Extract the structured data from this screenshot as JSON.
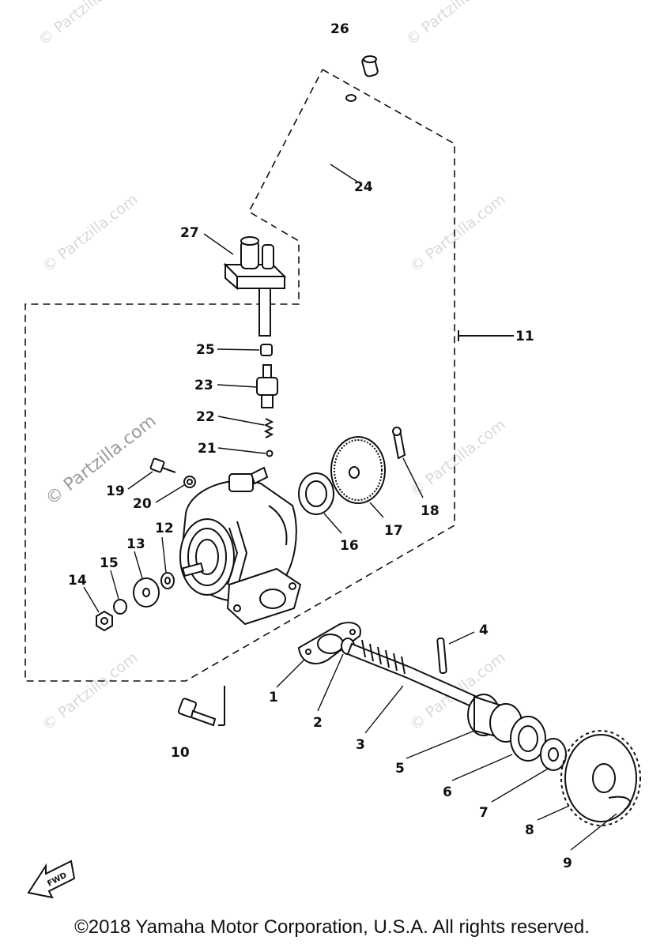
{
  "watermark": {
    "text": "© Partzilla.com",
    "featured_text": "© Partzilla.com"
  },
  "callouts": {
    "n1": "1",
    "n2": "2",
    "n3": "3",
    "n4": "4",
    "n5": "5",
    "n6": "6",
    "n7": "7",
    "n8": "8",
    "n9": "9",
    "n10": "10",
    "n11": "11",
    "n12": "12",
    "n13": "13",
    "n14": "14",
    "n15": "15",
    "n16": "16",
    "n17": "17",
    "n18": "18",
    "n19": "19",
    "n20": "20",
    "n21": "21",
    "n22": "22",
    "n23": "23",
    "n24": "24",
    "n25": "25",
    "n26": "26",
    "n27": "27"
  },
  "fwd_label": "FWD",
  "copyright": "©2018  Yamaha Motor Corporation, U.S.A. All rights reserved."
}
